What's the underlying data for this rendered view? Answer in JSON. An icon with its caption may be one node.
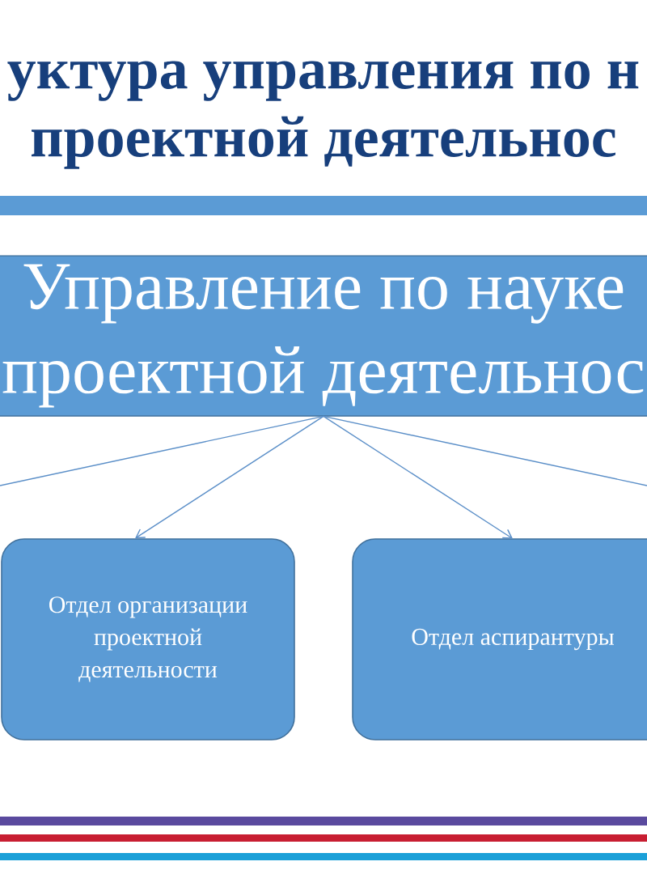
{
  "diagram": {
    "title": "уктура управления по н проектной деятельнос",
    "nodes": [
      {
        "text": [
          "Управление по науке проектной деятельнос"
        ]
      },
      {
        "text": [
          "Отдел организации проектной деятельности"
        ]
      },
      {
        "text": [
          "Отдел аспирантуры"
        ]
      }
    ],
    "edges": [
      {
        "from": 0,
        "to": null,
        "arrow": "none"
      },
      {
        "from": 0,
        "to": 1,
        "arrow": "to"
      },
      {
        "from": 0,
        "to": 2,
        "arrow": "to"
      },
      {
        "from": 0,
        "to": null,
        "arrow": "none"
      }
    ]
  }
}
